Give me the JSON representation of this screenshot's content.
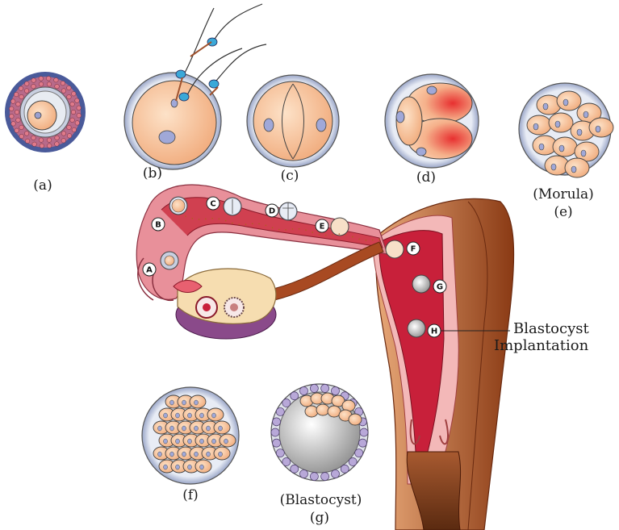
{
  "stage_labels": {
    "a": "(a)",
    "b": "(b)",
    "c": "(c)",
    "d": "(d)",
    "e_name": "(Morula)",
    "e": "(e)",
    "f": "(f)",
    "g_name": "(Blastocyst)",
    "g": "(g)"
  },
  "markers": [
    "A",
    "B",
    "C",
    "D",
    "E",
    "F",
    "G",
    "H"
  ],
  "callout": {
    "line1": "Blastocyst",
    "line2": "Implantation"
  },
  "colors": {
    "zona": "#6d7fb8",
    "cell": "#f8c8a0",
    "uterus_wall": "#f3b8b8",
    "uterus_cavity": "#c8203a",
    "uterus_outer": "#a84a22",
    "ovary": "#f6ddb0"
  }
}
